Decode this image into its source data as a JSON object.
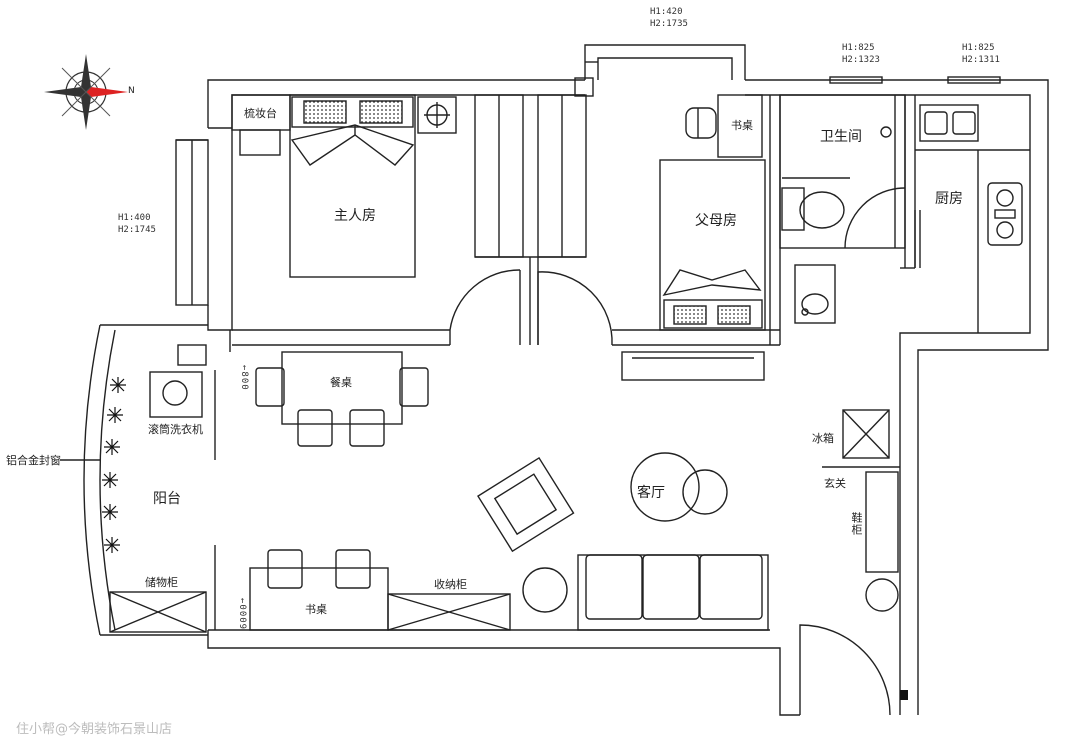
{
  "rooms": {
    "master_bedroom": "主人房",
    "parents_room": "父母房",
    "bathroom": "卫生间",
    "kitchen": "厨房",
    "dining_table": "餐桌",
    "living_room": "客厅",
    "balcony": "阳台",
    "entrance": "玄关",
    "fridge": "冰箱",
    "shoe_cabinet": "鞋柜",
    "vanity": "梳妆台",
    "parents_desk": "书桌",
    "desk": "书桌",
    "washer": "滚筒洗衣机",
    "storage_cabinet": "储物柜",
    "locker": "收纳柜",
    "window_frame": "铝合金封窗"
  },
  "dimensions": {
    "top_h1": "H1:420",
    "top_h2": "H2:1735",
    "bath_h1": "H1:825",
    "bath_h2": "H2:1323",
    "kitchen_h1": "H1:825",
    "kitchen_h2": "H2:1311",
    "left_h1": "H1:400",
    "left_h2": "H2:1745",
    "dining_mark": "←800",
    "desk_mark": "←0009"
  },
  "compass": {
    "north": "N"
  },
  "watermark": "住小帮@今朝装饰石景山店"
}
